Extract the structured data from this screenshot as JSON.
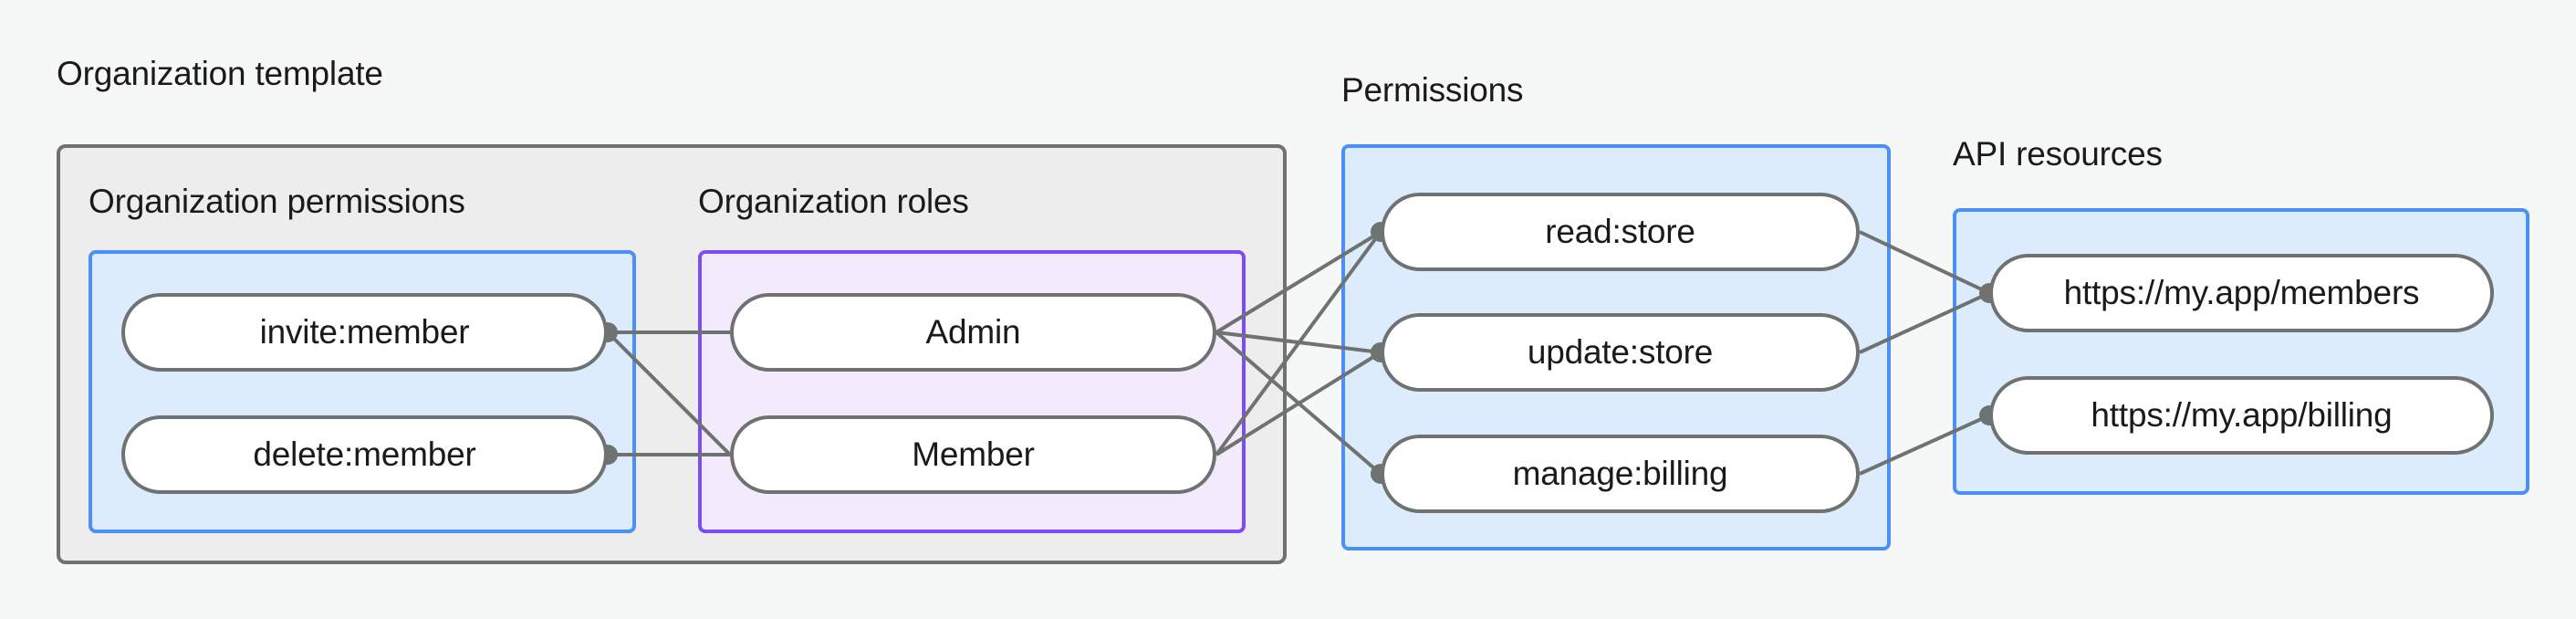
{
  "diagram": {
    "type": "flow-graph",
    "background_color": "#f6f7f7",
    "groups": [
      {
        "id": "organization-template",
        "title": "Organization template",
        "style": "gray",
        "border_color": "#6e7270",
        "fill_color": "#ecedec",
        "subgroups": [
          {
            "id": "organization-permissions",
            "title": "Organization permissions",
            "style": "blue",
            "border_color": "#4a90f7",
            "fill_color": "#ddecfc",
            "nodes": [
              {
                "id": "invite-member",
                "label": "invite:member"
              },
              {
                "id": "delete-member",
                "label": "delete:member"
              }
            ]
          },
          {
            "id": "organization-roles",
            "title": "Organization roles",
            "style": "purple",
            "border_color": "#7a4df5",
            "fill_color": "#f3ebfc",
            "nodes": [
              {
                "id": "admin",
                "label": "Admin"
              },
              {
                "id": "member",
                "label": "Member"
              }
            ]
          }
        ]
      },
      {
        "id": "permissions",
        "title": "Permissions",
        "style": "blue",
        "border_color": "#4a90f7",
        "fill_color": "#ddecfc",
        "nodes": [
          {
            "id": "read-store",
            "label": "read:store"
          },
          {
            "id": "update-store",
            "label": "update:store"
          },
          {
            "id": "manage-billing",
            "label": "manage:billing"
          }
        ]
      },
      {
        "id": "api-resources",
        "title": "API resources",
        "style": "blue",
        "border_color": "#4a90f7",
        "fill_color": "#ddecfc",
        "nodes": [
          {
            "id": "members-url",
            "label": "https://my.app/members"
          },
          {
            "id": "billing-url",
            "label": "https://my.app/billing"
          }
        ]
      }
    ],
    "edges": [
      {
        "from": "invite-member",
        "to": "admin"
      },
      {
        "from": "invite-member",
        "to": "member"
      },
      {
        "from": "delete-member",
        "to": "member"
      },
      {
        "from": "admin",
        "to": "read-store"
      },
      {
        "from": "admin",
        "to": "update-store"
      },
      {
        "from": "admin",
        "to": "manage-billing"
      },
      {
        "from": "member",
        "to": "read-store"
      },
      {
        "from": "member",
        "to": "update-store"
      },
      {
        "from": "read-store",
        "to": "members-url"
      },
      {
        "from": "update-store",
        "to": "members-url"
      },
      {
        "from": "manage-billing",
        "to": "billing-url"
      }
    ],
    "edge_color": "#6e7270",
    "node_fill_color": "#ffffff",
    "node_border_color": "#6e7270",
    "text_color": "#1a1a1a"
  }
}
